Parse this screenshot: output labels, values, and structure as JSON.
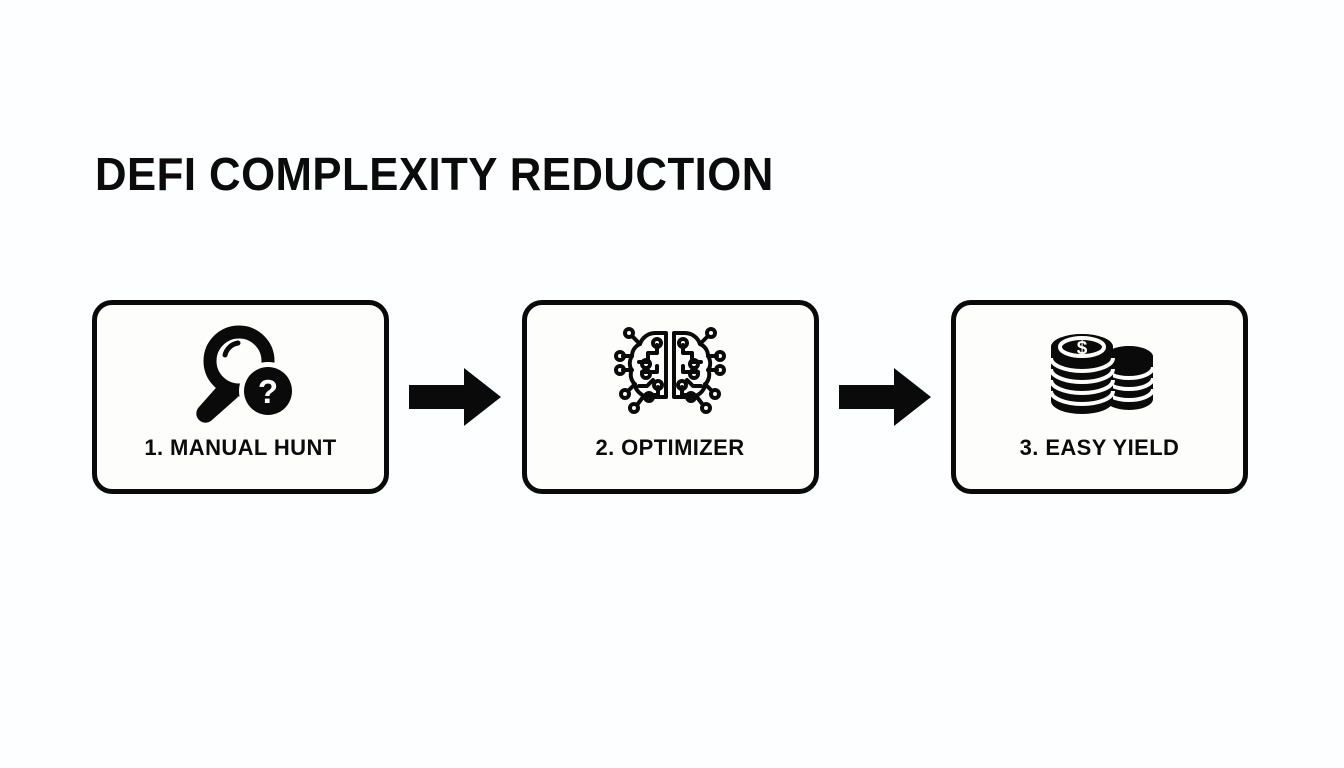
{
  "slide": {
    "title": "DEFI COMPLEXITY REDUCTION",
    "background_color": "#fdfeff",
    "ink_color": "#0a0a0a",
    "card_fill": "#fdfdfb"
  },
  "flow": {
    "steps": [
      {
        "label": "1. MANUAL HUNT",
        "icon": "magnifier-question-icon",
        "icon_alt": "magnifying glass with question mark badge"
      },
      {
        "label": "2. OPTIMIZER",
        "icon": "ai-brain-circuit-icon",
        "icon_alt": "brain outline with circuit nodes"
      },
      {
        "label": "3. EASY YIELD",
        "icon": "coin-stack-dollar-icon",
        "icon_alt": "stacked coins with dollar sign"
      }
    ],
    "connectors": [
      {
        "icon": "arrow-right-icon",
        "direction": "right"
      },
      {
        "icon": "arrow-right-icon",
        "direction": "right"
      }
    ]
  }
}
